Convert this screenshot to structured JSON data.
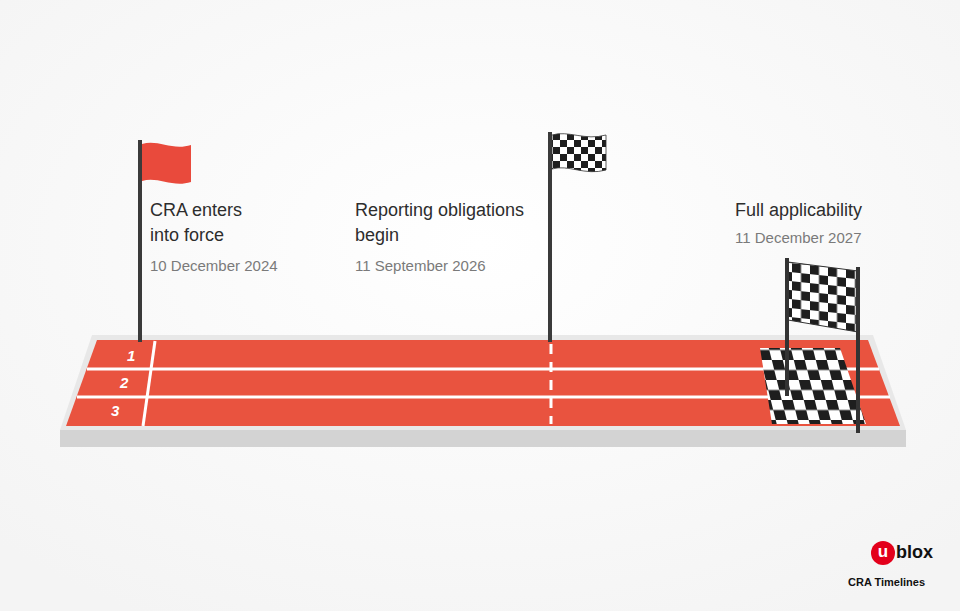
{
  "diagram": {
    "caption": "CRA Timelines",
    "labels": [
      "CRA enters into force",
      "10 December 2024",
      "Reporting obligations begin",
      "11 September 2026",
      "Full applicability",
      "11 December 2027",
      "1",
      "2",
      "3",
      "u",
      "blox"
    ]
  }
}
